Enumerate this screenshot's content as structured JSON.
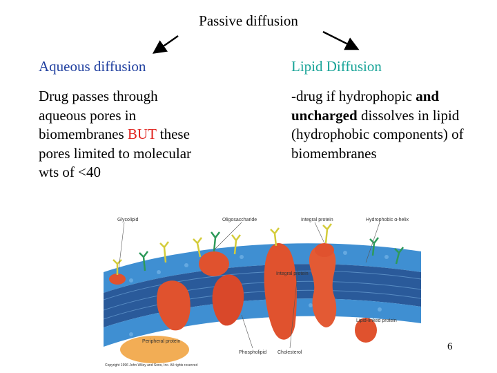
{
  "slide": {
    "title": "Passive diffusion",
    "number": "6"
  },
  "left": {
    "heading": "Aqueous diffusion",
    "body_part1": "Drug passes through aqueous pores in biomembranes ",
    "body_highlight": "BUT",
    "body_part2": " these pores limited to molecular wts of <40"
  },
  "right": {
    "heading": "Lipid Diffusion",
    "body_part1": "-drug if hydrophopic ",
    "body_bold1": "and uncharged",
    "body_part2": " dissolves in lipid (hydrophobic components) of biomembranes"
  },
  "figure": {
    "labels": {
      "glycolipid": "Glycolipid",
      "oligosaccharide": "Oligosaccharide",
      "integral_protein_top": "Integral protein",
      "hydrophobic_alpha_helix": "Hydrophobic α-helix",
      "integral_protein_inner": "Integral protein",
      "lipid_linked_protein": "Lipid-linked protein",
      "peripheral_protein": "Peripheral protein",
      "phospholipid": "Phospholipid",
      "cholesterol": "Cholesterol",
      "copyright": "Copyright 1996 John Wiley and Sons, Inc. All rights reserved"
    }
  },
  "colors": {
    "left_heading": "#1f3f9f",
    "right_heading": "#17a397",
    "highlight": "#e0201b",
    "membrane_blue": "#3f8fd2",
    "membrane_core": "#2a5a9a",
    "protein_red": "#e0522e",
    "peripheral_orange": "#f2ad55",
    "sugar_yellow": "#d4cc3a",
    "sugar_green": "#2e9a5a"
  }
}
